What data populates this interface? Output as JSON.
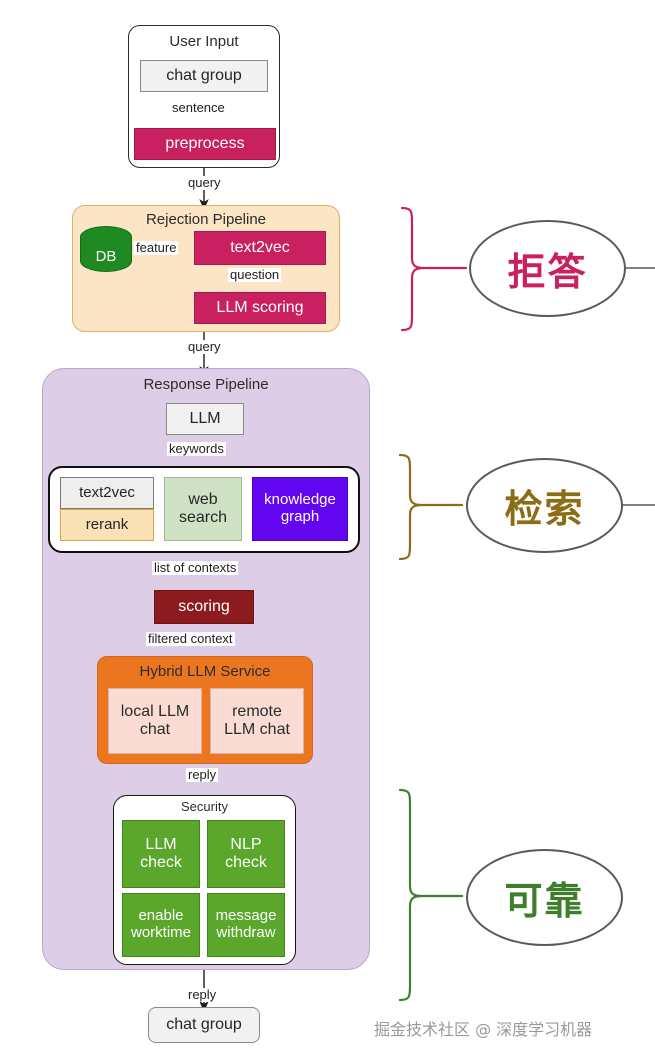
{
  "diagram": {
    "title_watermark": "掘金技术社区 @ 深度学习机器",
    "groups": {
      "user_input": "User Input",
      "rejection_pipeline": "Rejection Pipeline",
      "response_pipeline": "Response Pipeline",
      "hybrid_llm_service": "Hybrid LLM Service",
      "security": "Security"
    },
    "nodes": {
      "chat_group_top": "chat group",
      "preprocess": "preprocess",
      "db": "DB",
      "text2vec_reject": "text2vec",
      "llm_scoring": "LLM scoring",
      "llm": "LLM",
      "text2vec_retrieval": "text2vec",
      "rerank": "rerank",
      "web_search": "web\nsearch",
      "knowledge_graph": "knowledge\ngraph",
      "scoring": "scoring",
      "local_llm_chat": "local LLM\nchat",
      "remote_llm_chat": "remote\nLLM chat",
      "llm_check": "LLM\ncheck",
      "nlp_check": "NLP\ncheck",
      "enable_worktime": "enable\nworktime",
      "message_withdraw": "message\nwithdraw",
      "chat_group_bottom": "chat group"
    },
    "edge_labels": {
      "sentence": "sentence",
      "query_to_reject": "query",
      "feature": "feature",
      "question": "question",
      "query_to_response": "query",
      "keywords": "keywords",
      "list_of_contexts": "list of contexts",
      "filtered_context": "filtered context",
      "reply_from_hybrid": "reply",
      "reply_final": "reply"
    },
    "annotations": [
      {
        "label": "拒答",
        "color": "#c9205f"
      },
      {
        "label": "检索",
        "color": "#8a6d14"
      },
      {
        "label": "可靠",
        "color": "#3f7e2c"
      }
    ],
    "colors": {
      "magenta": "#c9205f",
      "beige": "#fbe5c4",
      "purple": "#ddcde6",
      "orange": "#ec7620",
      "dark_red": "#8b1b1e",
      "green": "#5aa72b",
      "violet": "#6306f0",
      "db_green": "#1f8a22"
    }
  }
}
